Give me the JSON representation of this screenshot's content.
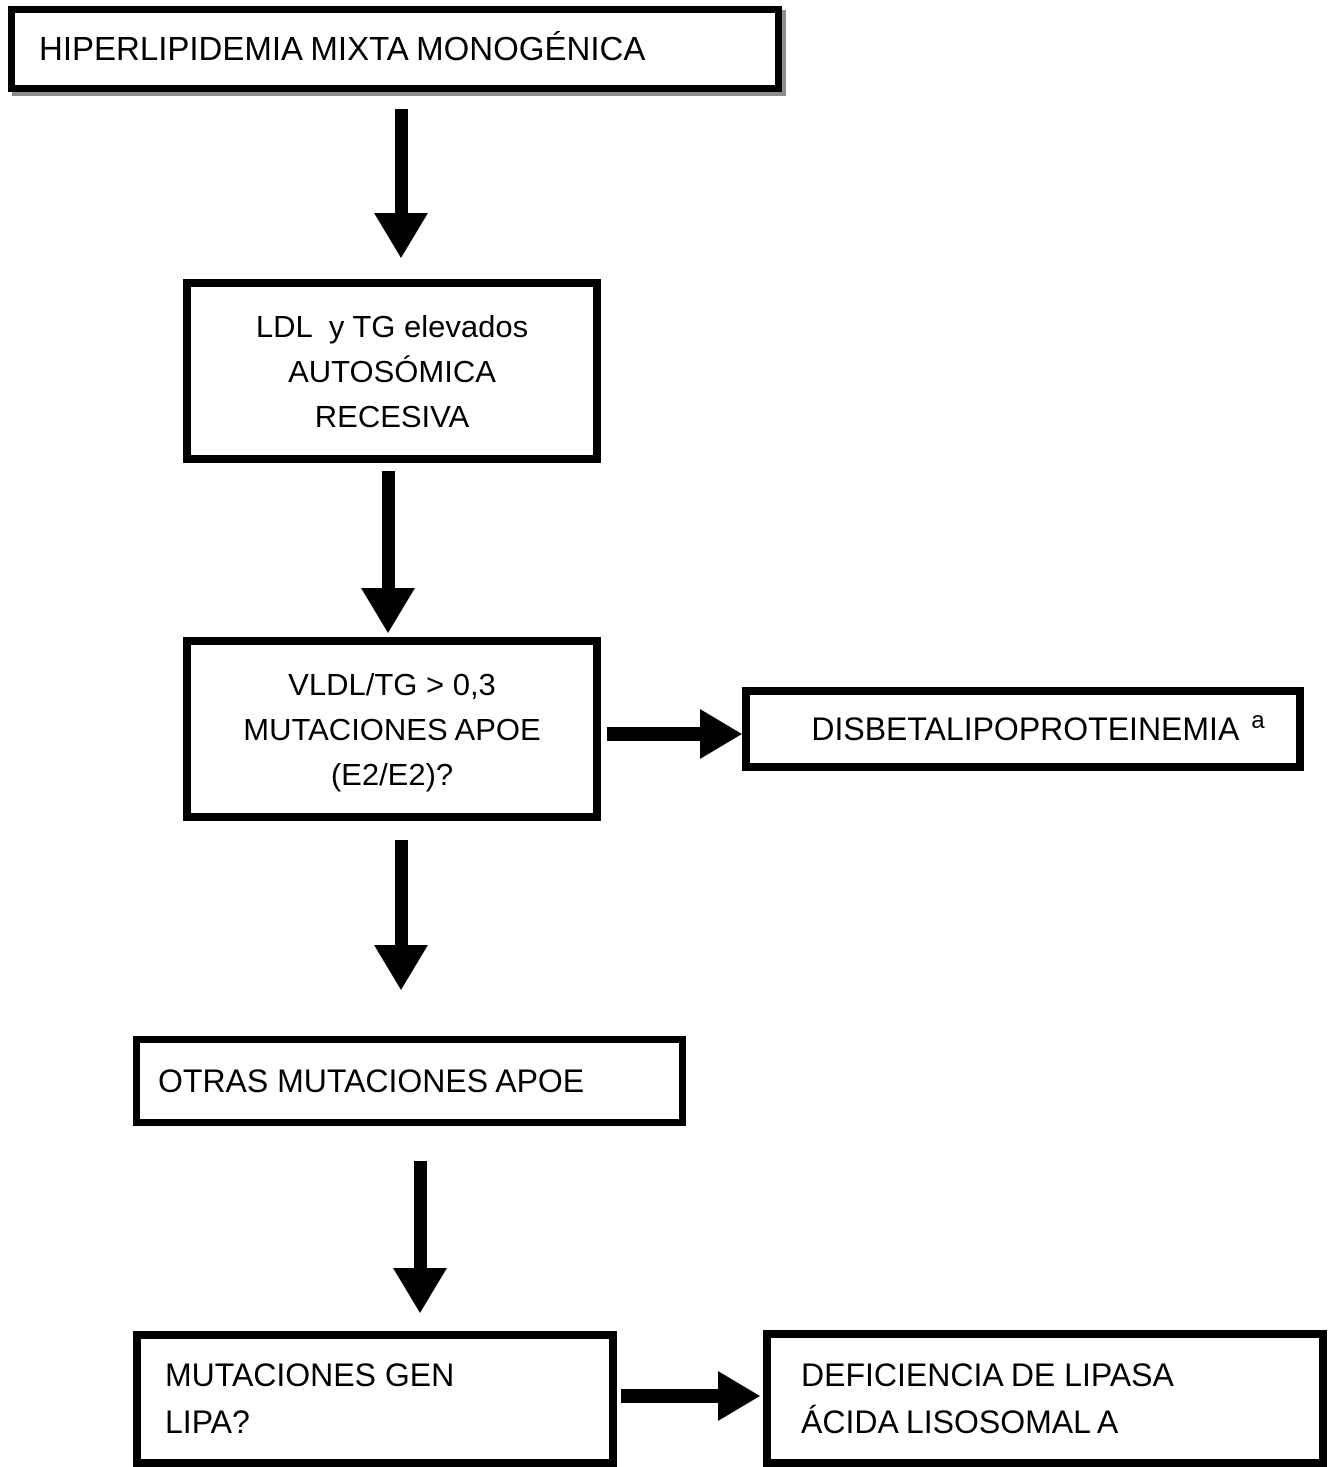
{
  "diagram": {
    "type": "flowchart",
    "language": "es",
    "topic": "Algoritmo diagnóstico de hiperlipidemia mixta monogénica"
  },
  "colors": {
    "background": "#ffffff",
    "border": "#000000",
    "text": "#000000",
    "arrow": "#000000",
    "title_shadow": "#8c8c8c"
  },
  "boxes": {
    "root": {
      "lines": [
        "HIPERLIPIDEMIA MIXTA MONOGÉNICA"
      ]
    },
    "phenotype": {
      "lines": [
        "LDL  y TG elevados",
        "AUTOSÓMICA",
        "RECESIVA"
      ]
    },
    "vldl": {
      "lines": [
        "VLDL/TG > 0,3",
        "MUTACIONES APOE",
        "(E2/E2)?"
      ]
    },
    "disbeta": {
      "label": "DISBETALIPOPROTEINEMIA",
      "superscript": "a"
    },
    "otras": {
      "lines": [
        "OTRAS MUTACIONES APOE"
      ]
    },
    "lipa": {
      "lines": [
        "MUTACIONES GEN",
        "LIPA?"
      ]
    },
    "lal": {
      "lines": [
        "DEFICIENCIA DE LIPASA",
        "ÁCIDA LISOSOMAL A"
      ]
    }
  }
}
